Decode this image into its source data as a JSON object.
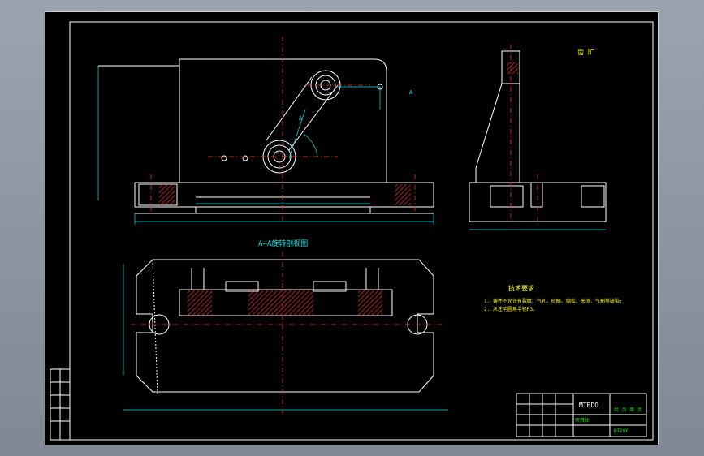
{
  "drawing": {
    "section_label": "A—A旋转剖视图",
    "section_marker_a1": "A",
    "section_marker_a2": "A",
    "gear_label": "齿 旷",
    "notes": {
      "title": "技术要求",
      "line1": "1. 铸件不允许有裂纹、气孔、砂眼、缩松、夹渣、气割等缺陷;",
      "line2": "2. 未注明圆角半径R3。"
    },
    "title_block": {
      "drawing_no": "MTBDO",
      "sheet_text": "共 页 第 页",
      "part_name": "夹具体",
      "material": "HT200"
    }
  },
  "colors": {
    "background": "#000000",
    "outline": "#ffffff",
    "dimension": "#00e6e6",
    "centerline": "#ff2a2a",
    "text_green": "#00e000",
    "text_yellow": "#ffff00"
  }
}
